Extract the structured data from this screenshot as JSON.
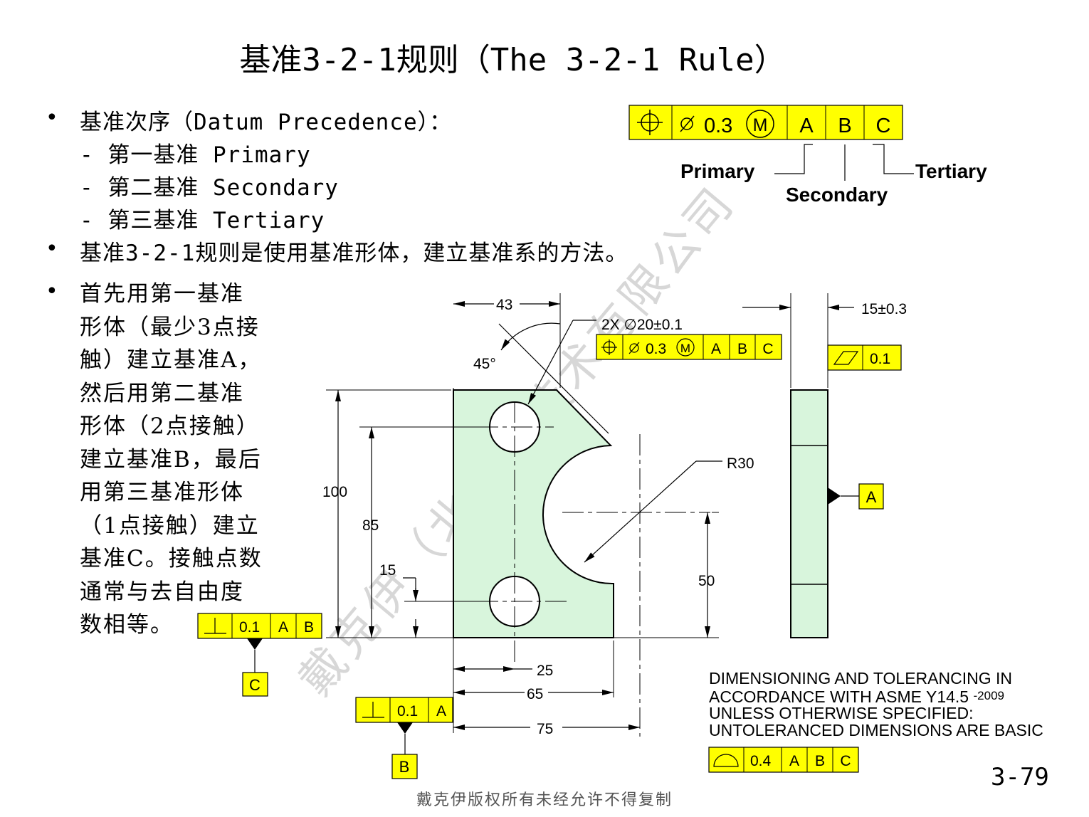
{
  "title": "基准3-2-1规则（The 3-2-1 Rule）",
  "bullets": {
    "b1": "基准次序（Datum Precedence）：",
    "sub1": "-  第一基准 Primary",
    "sub2": "-  第二基准 Secondary",
    "sub3": "-  第三基准 Tertiary",
    "b2": "基准3-2-1规则是使用基准形体，建立基准系的方法。",
    "b3_lines": [
      "首先用第一基准",
      "形体（最少3点接",
      "触）建立基准A，",
      "然后用第二基准",
      "形体（2点接触）",
      "建立基准B，最后",
      "用第三基准形体",
      "（1点接触）建立",
      "基准C。接触点数",
      "通常与去自由度",
      "数相等。"
    ]
  },
  "fcf_example": {
    "tolerance": "0.3",
    "modifier": "M",
    "datums": [
      "A",
      "B",
      "C"
    ],
    "labels": {
      "primary": "Primary",
      "secondary": "Secondary",
      "tertiary": "Tertiary"
    }
  },
  "drawing": {
    "dims": {
      "d43": "43",
      "d45": "45°",
      "hole": "2X ∅20±0.1",
      "thick": "15±0.3",
      "d100": "100",
      "d85": "85",
      "d15": "15",
      "r30": "R30",
      "d50": "50",
      "d25": "25",
      "d65": "65",
      "d75": "75"
    },
    "fcf_position": {
      "tol": "0.3",
      "modifier": "M",
      "datums": [
        "A",
        "B",
        "C"
      ]
    },
    "fcf_flatness": {
      "tol": "0.1"
    },
    "fcf_perp_c": {
      "tol": "0.1",
      "datums": [
        "A",
        "B"
      ]
    },
    "fcf_perp_b": {
      "tol": "0.1",
      "datums": [
        "A"
      ]
    },
    "fcf_profile": {
      "tol": "0.4",
      "datums": [
        "A",
        "B",
        "C"
      ]
    },
    "datum_labels": {
      "a": "A",
      "b": "B",
      "c": "C"
    },
    "notes": {
      "line1": "DIMENSIONING AND TOLERANCING IN",
      "line2a": "ACCORDANCE WITH ASME Y14.5",
      "line2b": "-2009",
      "line3": "UNLESS OTHERWISE SPECIFIED:",
      "line4": "UNTOLERANCED DIMENSIONS ARE BASIC"
    }
  },
  "colors": {
    "fcf_fill": "#ffff00",
    "part_fill": "#d8f5dc"
  },
  "page_number": "3-79",
  "footer": "戴克伊版权所有未经允许不得复制",
  "watermark": "戴克伊（北京）技术有限公司"
}
